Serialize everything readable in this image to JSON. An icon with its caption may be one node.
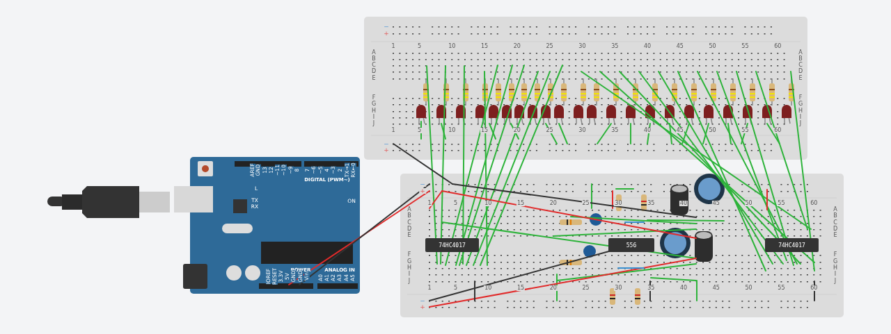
{
  "diagram": {
    "nodes": [
      {
        "text": [
          "74HC4017"
        ]
      },
      {
        "text": [
          "556"
        ]
      },
      {
        "text": [
          "74HC4017"
        ]
      }
    ],
    "labels": [
      "−",
      "+",
      "1",
      "5",
      "10",
      "15",
      "20",
      "25",
      "30",
      "35",
      "40",
      "45",
      "50",
      "55",
      "60",
      "A",
      "A",
      "B",
      "B",
      "C",
      "C",
      "D",
      "D",
      "E",
      "E",
      "F",
      "F",
      "G",
      "G",
      "H",
      "H",
      "I",
      "I",
      "J",
      "J",
      "1",
      "5",
      "10",
      "15",
      "20",
      "25",
      "30",
      "35",
      "40",
      "45",
      "50",
      "55",
      "60",
      "−",
      "+",
      "−",
      "+",
      "1",
      "5",
      "10",
      "15",
      "20",
      "25",
      "30",
      "35",
      "40",
      "45",
      "50",
      "55",
      "60",
      "A",
      "A",
      "B",
      "B",
      "C",
      "C",
      "D",
      "D",
      "E",
      "E",
      "F",
      "F",
      "G",
      "G",
      "H",
      "H",
      "I",
      "I",
      "J",
      "J",
      "1",
      "5",
      "10",
      "15",
      "20",
      "25",
      "30",
      "35",
      "40",
      "45",
      "50",
      "55",
      "60",
      "−",
      "+",
      "AREF",
      "GND",
      "13",
      "12",
      "~11",
      "~10",
      "~9",
      "8",
      "7",
      "~6",
      "~5",
      "4",
      "~3",
      "2",
      "TX→1",
      "RX←0",
      "DIGITAL (PWM~)",
      "L",
      "TX",
      "RX",
      "ON",
      "POWER",
      "ANALOG IN",
      "IOREF",
      "RESET",
      "3.3V",
      "5V",
      "GND",
      "GND",
      "Vin",
      "A0",
      "A1",
      "A2",
      "A3",
      "A4",
      "A5"
    ]
  }
}
